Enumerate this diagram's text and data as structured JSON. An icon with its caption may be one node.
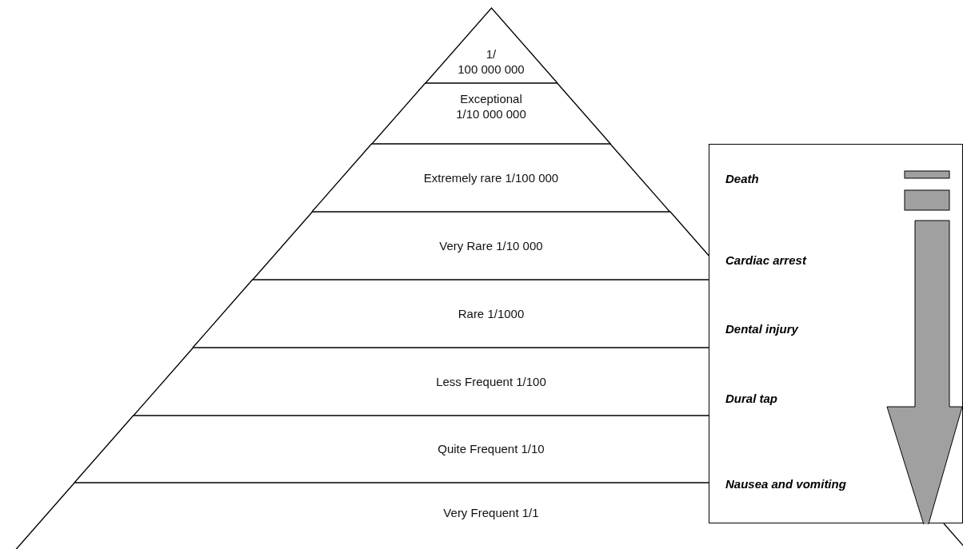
{
  "diagram": {
    "nodes": [
      {
        "text": [
          "1/ 100 000 000"
        ]
      },
      {
        "text": [
          "Exceptional 1/10 000 000"
        ]
      },
      {
        "text": [
          "Extremely rare 1/100 000"
        ]
      },
      {
        "text": [
          "Very Rare 1/10 000"
        ]
      },
      {
        "text": [
          "Rare 1/1000"
        ]
      },
      {
        "text": [
          "Less Frequent 1/100"
        ]
      },
      {
        "text": [
          "Quite Frequent 1/10"
        ]
      },
      {
        "text": [
          "Very Frequent 1/1"
        ]
      },
      {
        "text": [
          "Death",
          "Cardiac arrest",
          "Dental injury",
          "Dural tap",
          "Nausea and vomiting"
        ]
      }
    ],
    "edges": []
  }
}
